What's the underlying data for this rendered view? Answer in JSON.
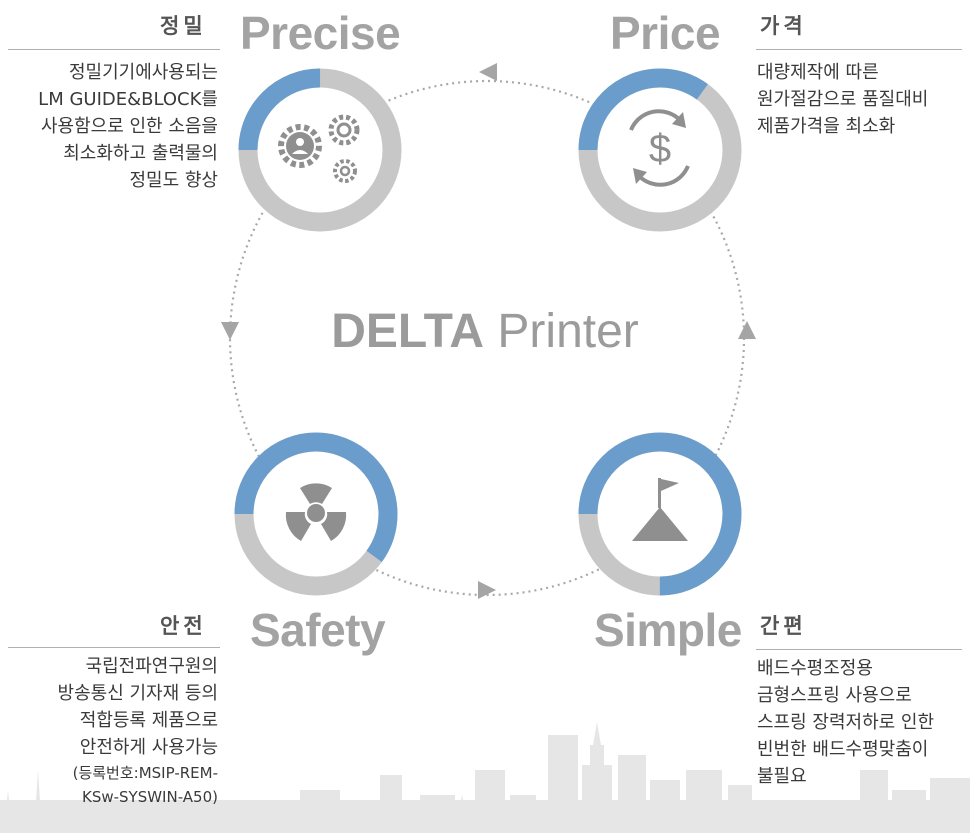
{
  "center": {
    "bold": "DELTA",
    "light": "Printer"
  },
  "colors": {
    "blue": "#6a9dcb",
    "gray": "#c7c7c7",
    "title": "#a3a3a3",
    "ring_inner": "#ffffff",
    "icon": "#8f8f8f",
    "skyline": "#e6e6e6"
  },
  "features": [
    {
      "id": "precise",
      "title_en": "Precise",
      "title_ko": "정밀",
      "icon": "gears-person-icon",
      "progress": 0.25,
      "desc": [
        "정밀기기에사용되는",
        "LM GUIDE&BLOCK를",
        "사용함으로 인한 소음을",
        "최소화하고 출력물의",
        "정밀도 향상"
      ]
    },
    {
      "id": "price",
      "title_en": "Price",
      "title_ko": "가격",
      "icon": "dollar-cycle-icon",
      "progress": 0.35,
      "desc": [
        "대량제작에 따른",
        "원가절감으로 품질대비",
        "제품가격을 최소화"
      ]
    },
    {
      "id": "safety",
      "title_en": "Safety",
      "title_ko": "안전",
      "icon": "radiation-icon",
      "progress": 0.6,
      "desc": [
        "국립전파연구원의",
        "방송통신 기자재 등의",
        "적합등록 제품으로",
        "안전하게 사용가능",
        "(등록번호:MSIP-REM-",
        "KSw-SYSWIN-A50)"
      ]
    },
    {
      "id": "simple",
      "title_en": "Simple",
      "title_ko": "간편",
      "icon": "mountain-flag-icon",
      "progress": 0.75,
      "desc": [
        "배드수평조정용",
        "금형스프링 사용으로",
        "스프링 장력저하로 인한",
        "빈번한 배드수평맞춤이",
        "불필요"
      ]
    }
  ]
}
